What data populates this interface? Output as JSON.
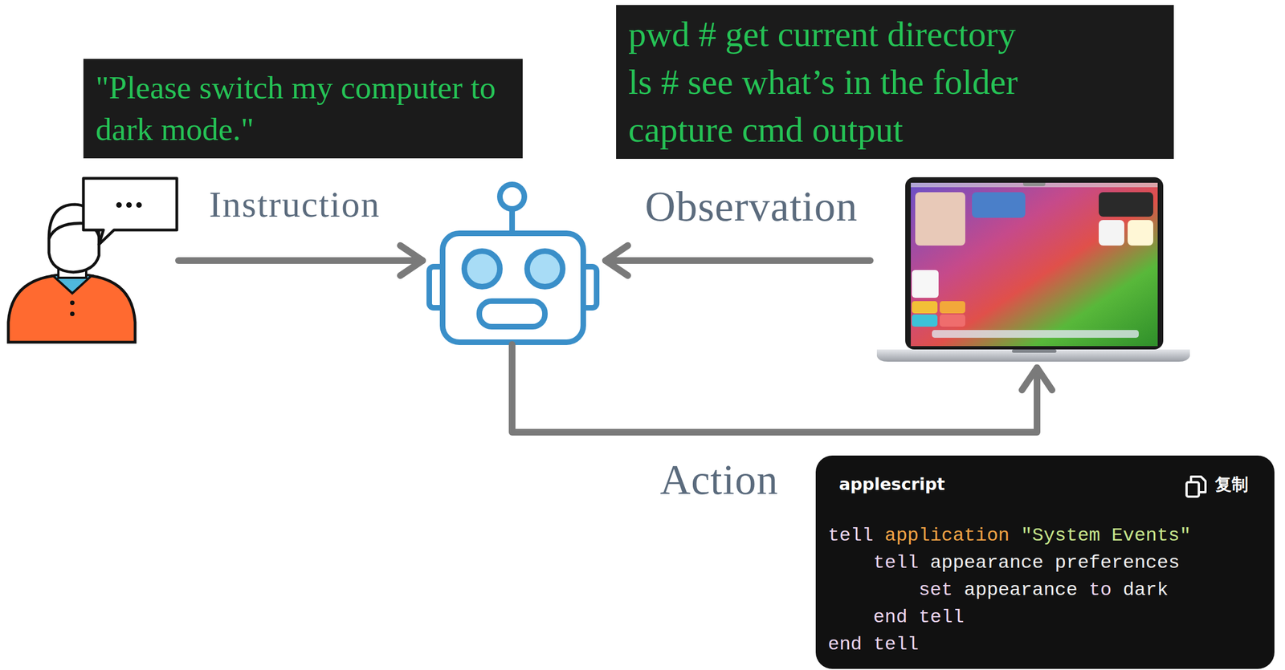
{
  "diagram": {
    "nodes": [
      {
        "text": [
          "\"Please switch my computer to dark mode.\""
        ]
      },
      {
        "text": [
          "pwd # get current directory",
          "ls # see what’s in the folder",
          "capture cmd output"
        ]
      },
      {
        "text": [
          "applescript",
          "复制",
          "tell application \"System Events\"",
          "tell appearance preferences",
          "set appearance to dark",
          "end tell",
          "end tell"
        ]
      }
    ],
    "labels": [
      "Instruction",
      "Observation",
      "Action"
    ]
  }
}
